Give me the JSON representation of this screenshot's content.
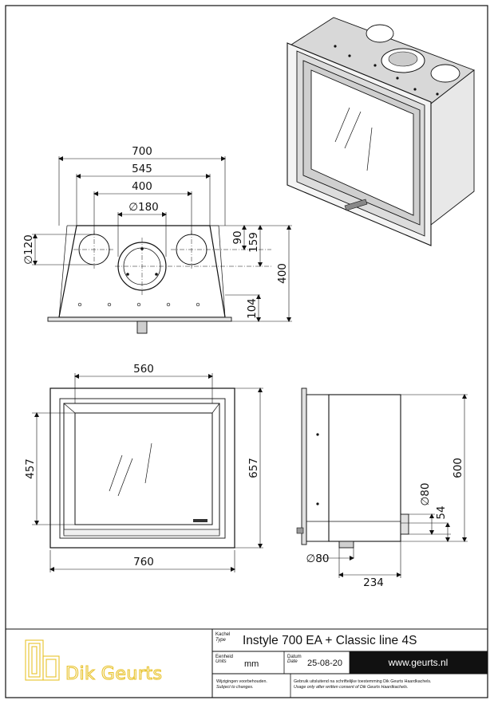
{
  "drawing": {
    "front_view": {
      "width_outer": "700",
      "width_holes": "545",
      "width_side_holes": "400",
      "dia_center": "∅180",
      "dia_side": "∅120",
      "h_90": "90",
      "h_159": "159",
      "h_400": "400",
      "h_104": "104"
    },
    "glass_view": {
      "width_glass": "560",
      "width_frame": "760",
      "h_glass": "457",
      "h_frame": "657"
    },
    "side_view": {
      "h_600": "600",
      "dia_80_vertical": "∅80",
      "h_54": "54",
      "dia_80_bottom": "∅80",
      "d_234": "234"
    }
  },
  "title_block": {
    "logo_text": "Dik Geurts",
    "type_label_nl": "Kachel",
    "type_label_en": "Type",
    "product_name": "Instyle 700 EA + Classic line 4S",
    "unit_label_nl": "Eenheid",
    "unit_label_en": "Units",
    "unit_value": "mm",
    "date_label_nl": "Datum",
    "date_label_en": "Date",
    "date_value": "25-08-20",
    "website": "www.geurts.nl",
    "note_changes_nl": "Wijzigingen voorbehouden.",
    "note_changes_en": "Subject to changes.",
    "note_usage_nl": "Gebruik uitsluitend na schriftelijke toestemming Dik Geurts Haardkachels.",
    "note_usage_en": "Usage only after written consent of Dik Geurts Haardkachels."
  }
}
